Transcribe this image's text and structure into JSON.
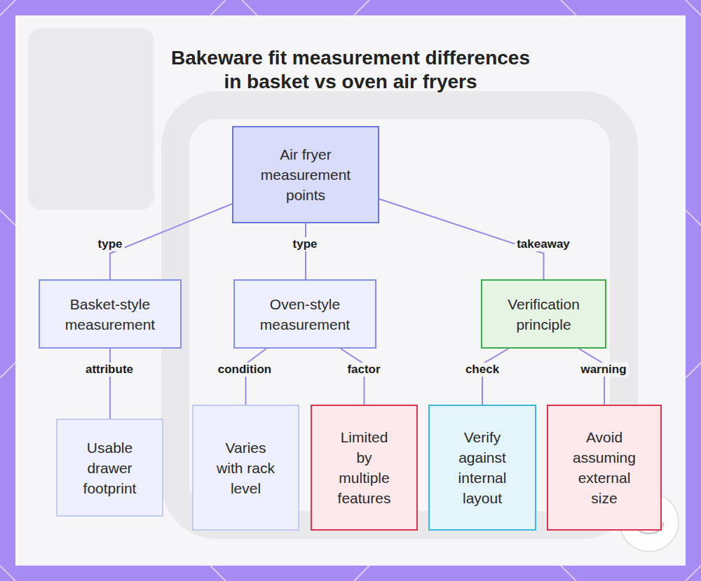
{
  "diagram": {
    "title": "Bakeware fit measurement differences in basket vs oven air fryers",
    "nodes": [
      {
        "text": [
          "Air fryer measurement points"
        ]
      },
      {
        "text": [
          "Basket-style measurement"
        ]
      },
      {
        "text": [
          "Oven-style measurement"
        ]
      },
      {
        "text": [
          "Verification principle"
        ]
      },
      {
        "text": [
          "Usable drawer footprint"
        ]
      },
      {
        "text": [
          "Varies with rack level"
        ]
      },
      {
        "text": [
          "Limited by multiple features"
        ]
      },
      {
        "text": [
          "Verify against internal layout"
        ]
      },
      {
        "text": [
          "Avoid assuming external size"
        ]
      }
    ],
    "edges": [
      {
        "from": 0,
        "to": 1,
        "label": "type",
        "arrow": "none"
      },
      {
        "from": 0,
        "to": 2,
        "label": "type",
        "arrow": "none"
      },
      {
        "from": 0,
        "to": 3,
        "label": "takeaway",
        "arrow": "none"
      },
      {
        "from": 1,
        "to": 4,
        "label": "attribute",
        "arrow": "none"
      },
      {
        "from": 2,
        "to": 5,
        "label": "condition",
        "arrow": "none"
      },
      {
        "from": 2,
        "to": 6,
        "label": "factor",
        "arrow": "none"
      },
      {
        "from": 3,
        "to": 7,
        "label": "check",
        "arrow": "none"
      },
      {
        "from": 3,
        "to": 8,
        "label": "warning",
        "arrow": "none"
      }
    ]
  }
}
